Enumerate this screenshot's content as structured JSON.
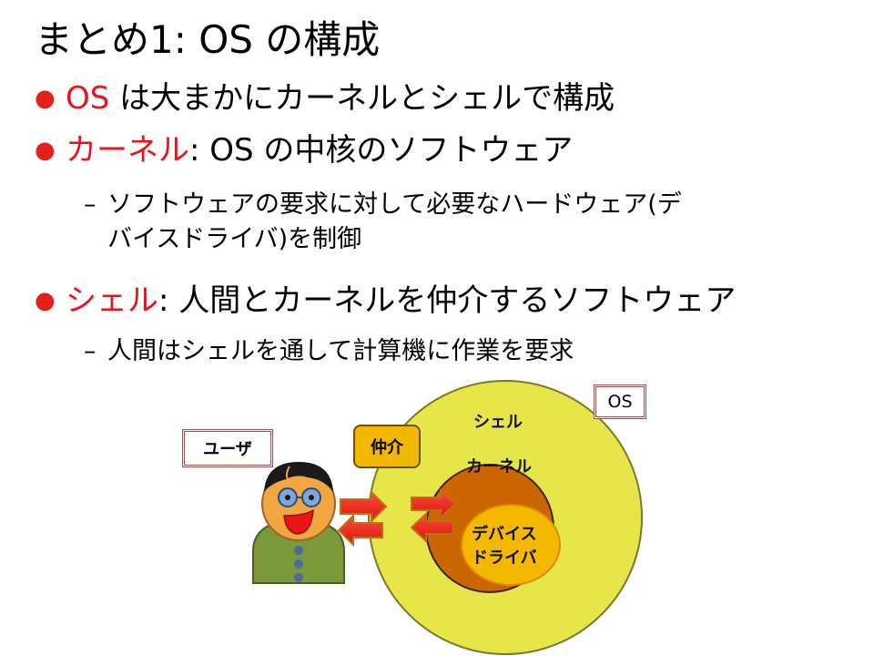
{
  "slide": {
    "title": "まとめ1: OS の構成",
    "bullet1": {
      "highlight": "OS",
      "rest": " は大まかにカーネルとシェルで構成"
    },
    "bullet2": {
      "highlight": "カーネル",
      "rest": ": OS の中核のソフトウェア"
    },
    "sub2": {
      "dash": "–",
      "line1": "ソフトウェアの要求に対して必要なハードウェア(デ",
      "line2": "バイスドライバ)を制御"
    },
    "bullet3": {
      "highlight": "シェル",
      "rest": ": 人間とカーネルを仲介するソフトウェア"
    },
    "sub3": {
      "dash": "–",
      "text": "人間はシェルを通して計算機に作業を要求"
    }
  },
  "diagram": {
    "user_label": "ユーザ",
    "os_label": "OS",
    "shell_label": "シェル",
    "kernel_label": "カーネル",
    "driver_line1": "デバイス",
    "driver_line2": "ドライバ",
    "mediate_label": "仲介",
    "colors": {
      "accent_red": "#e8141a",
      "shell": "#e6e64a",
      "kernel": "#cc6600",
      "driver": "#f5b800",
      "mediate": "#f2b800"
    }
  }
}
